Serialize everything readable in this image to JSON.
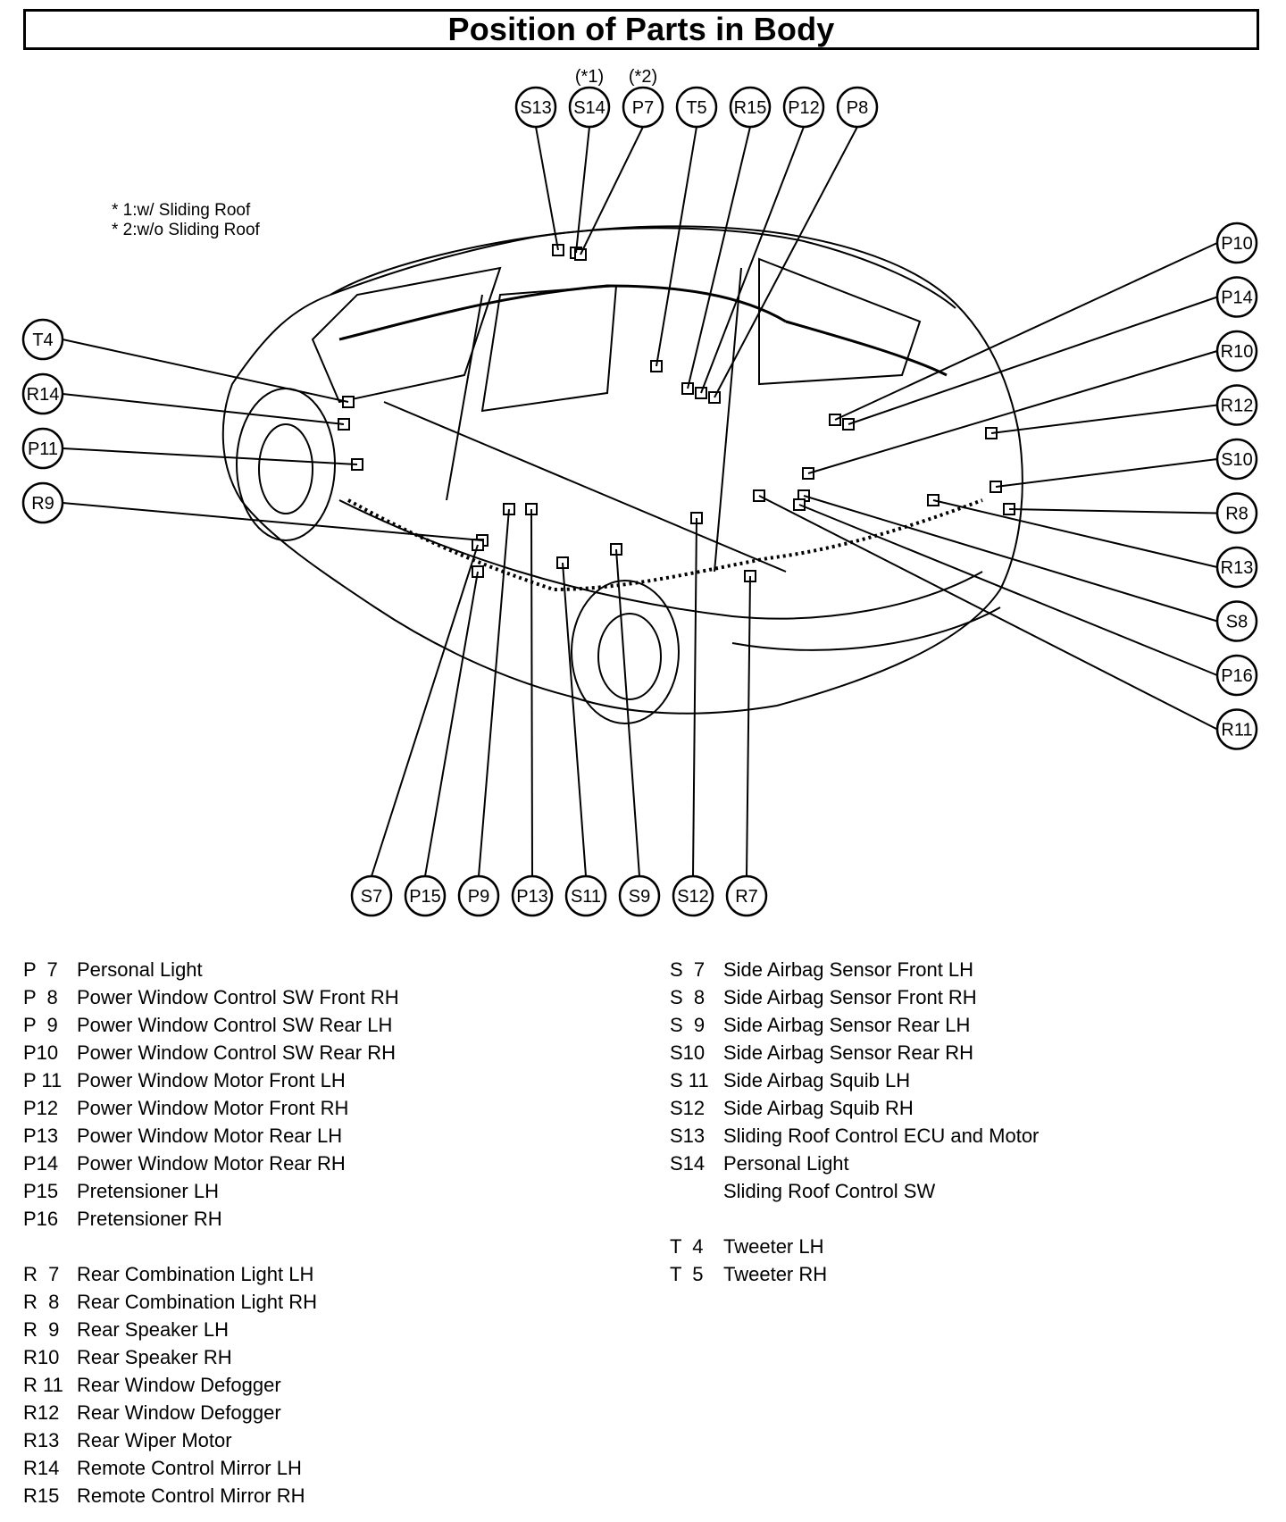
{
  "title": "Position of Parts in Body",
  "notes": [
    "* 1:w/ Sliding Roof",
    "* 2:w/o Sliding Roof"
  ],
  "top_callouts": [
    {
      "id": "S13",
      "sup": ""
    },
    {
      "id": "S14",
      "sup": "(*1)"
    },
    {
      "id": "P7",
      "sup": "(*2)"
    },
    {
      "id": "T5",
      "sup": ""
    },
    {
      "id": "R15",
      "sup": ""
    },
    {
      "id": "P12",
      "sup": ""
    },
    {
      "id": "P8",
      "sup": ""
    }
  ],
  "left_callouts": [
    "T4",
    "R14",
    "P11",
    "R9"
  ],
  "right_callouts": [
    "P10",
    "P14",
    "R10",
    "R12",
    "S10",
    "R8",
    "R13",
    "S8",
    "P16",
    "R11"
  ],
  "bottom_callouts": [
    "S7",
    "P15",
    "P9",
    "P13",
    "S11",
    "S9",
    "S12",
    "R7"
  ],
  "legend_left": [
    {
      "code": "P  7",
      "desc": "Personal Light"
    },
    {
      "code": "P  8",
      "desc": "Power Window Control SW Front RH"
    },
    {
      "code": "P  9",
      "desc": "Power Window Control SW Rear LH"
    },
    {
      "code": "P10",
      "desc": "Power Window Control SW Rear RH"
    },
    {
      "code": "P 11",
      "desc": "Power Window Motor Front LH"
    },
    {
      "code": "P12",
      "desc": "Power Window Motor Front RH"
    },
    {
      "code": "P13",
      "desc": "Power Window Motor Rear LH"
    },
    {
      "code": "P14",
      "desc": "Power Window Motor Rear RH"
    },
    {
      "code": "P15",
      "desc": "Pretensioner LH"
    },
    {
      "code": "P16",
      "desc": "Pretensioner RH"
    },
    {
      "code": "",
      "desc": ""
    },
    {
      "code": "R  7",
      "desc": "Rear Combination Light LH"
    },
    {
      "code": "R  8",
      "desc": "Rear Combination Light RH"
    },
    {
      "code": "R  9",
      "desc": "Rear Speaker LH"
    },
    {
      "code": "R10",
      "desc": "Rear Speaker RH"
    },
    {
      "code": "R 11",
      "desc": "Rear Window Defogger"
    },
    {
      "code": "R12",
      "desc": "Rear Window Defogger"
    },
    {
      "code": "R13",
      "desc": "Rear Wiper Motor"
    },
    {
      "code": "R14",
      "desc": "Remote Control Mirror LH"
    },
    {
      "code": "R15",
      "desc": "Remote Control Mirror RH"
    }
  ],
  "legend_right": [
    {
      "code": "S  7",
      "desc": "Side Airbag Sensor Front LH"
    },
    {
      "code": "S  8",
      "desc": "Side Airbag Sensor Front RH"
    },
    {
      "code": "S  9",
      "desc": "Side Airbag Sensor Rear LH"
    },
    {
      "code": "S10",
      "desc": "Side Airbag Sensor Rear RH"
    },
    {
      "code": "S 11",
      "desc": "Side Airbag Squib LH"
    },
    {
      "code": "S12",
      "desc": "Side Airbag Squib RH"
    },
    {
      "code": "S13",
      "desc": "Sliding Roof Control ECU and Motor"
    },
    {
      "code": "S14",
      "desc": "Personal Light"
    },
    {
      "code": "",
      "desc": "Sliding Roof Control SW"
    },
    {
      "code": "",
      "desc": ""
    },
    {
      "code": "T  4",
      "desc": "Tweeter LH"
    },
    {
      "code": "T  5",
      "desc": "Tweeter RH"
    }
  ]
}
